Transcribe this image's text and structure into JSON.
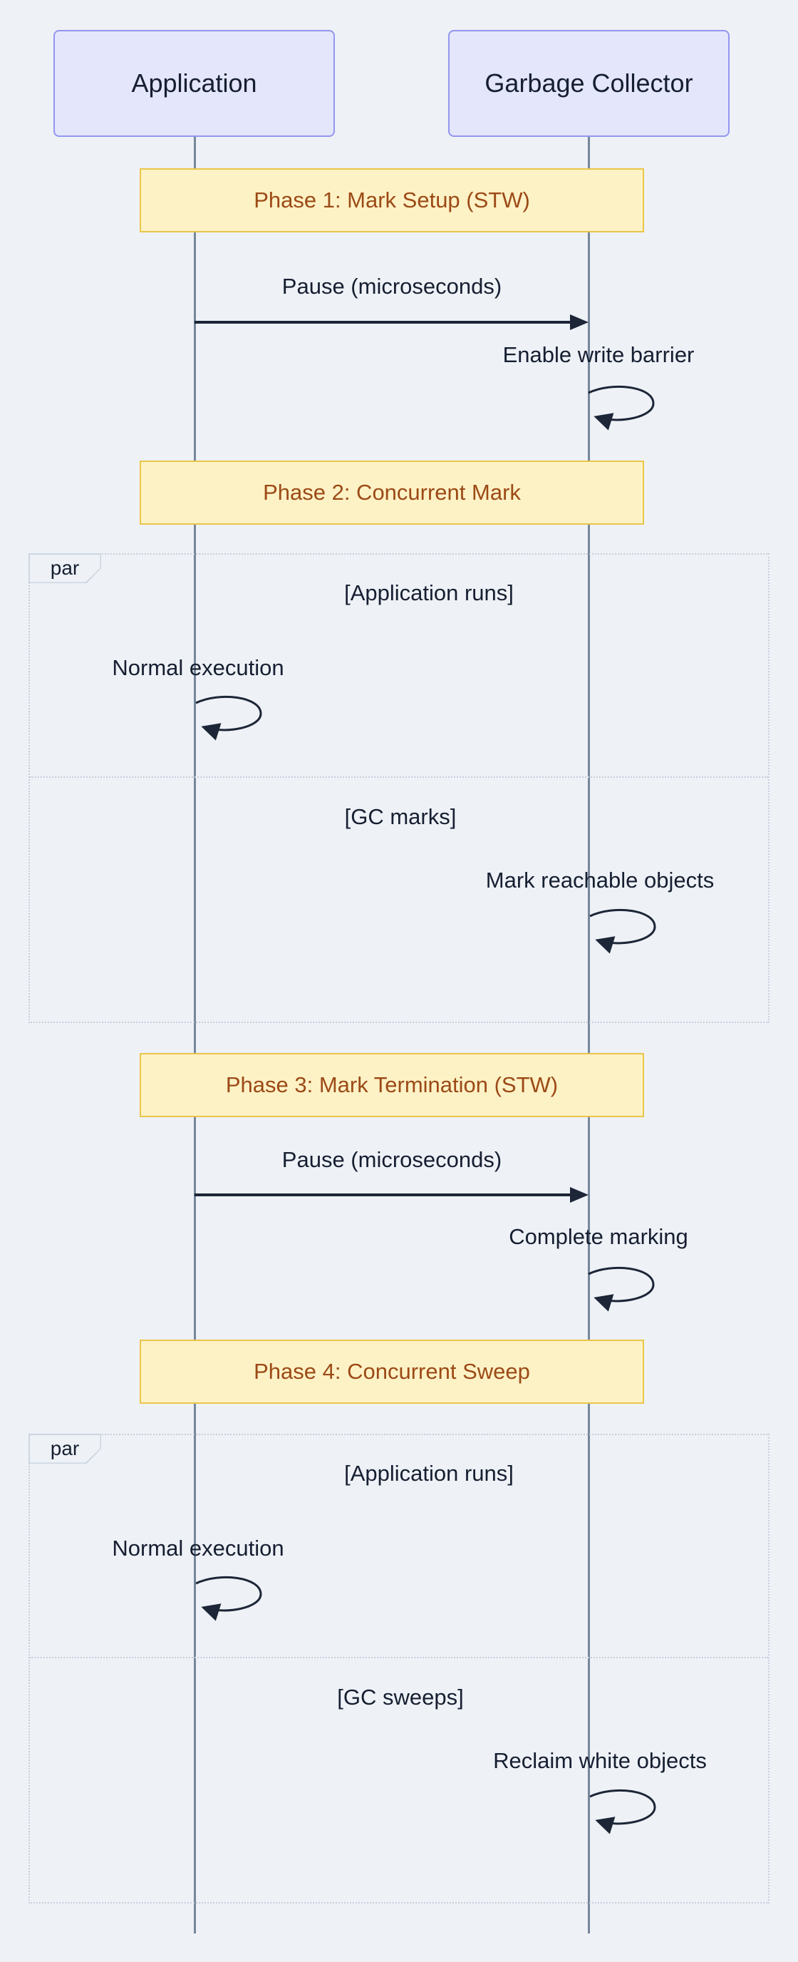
{
  "diagram_type": "sequence",
  "actors": [
    {
      "label": "Application"
    },
    {
      "label": "Garbage Collector"
    }
  ],
  "notes": [
    {
      "label": "Phase 1: Mark Setup (STW)"
    },
    {
      "label": "Phase 2: Concurrent Mark"
    },
    {
      "label": "Phase 3: Mark Termination (STW)"
    },
    {
      "label": "Phase 4: Concurrent Sweep"
    }
  ],
  "messages": [
    {
      "label": "Pause (microseconds)",
      "from": "Application",
      "to": "Garbage Collector",
      "kind": "arrow"
    },
    {
      "label": "Enable write barrier",
      "from": "Garbage Collector",
      "to": "Garbage Collector",
      "kind": "self"
    },
    {
      "label": "Pause (microseconds)",
      "from": "Application",
      "to": "Garbage Collector",
      "kind": "arrow"
    },
    {
      "label": "Complete marking",
      "from": "Garbage Collector",
      "to": "Garbage Collector",
      "kind": "self"
    }
  ],
  "par_blocks": [
    {
      "keyword": "par",
      "sections": [
        {
          "condition": "[Application runs]",
          "message": {
            "label": "Normal execution",
            "from": "Application",
            "to": "Application",
            "kind": "self"
          }
        },
        {
          "condition": "[GC marks]",
          "message": {
            "label": "Mark reachable objects",
            "from": "Garbage Collector",
            "to": "Garbage Collector",
            "kind": "self"
          }
        }
      ]
    },
    {
      "keyword": "par",
      "sections": [
        {
          "condition": "[Application runs]",
          "message": {
            "label": "Normal execution",
            "from": "Application",
            "to": "Application",
            "kind": "self"
          }
        },
        {
          "condition": "[GC sweeps]",
          "message": {
            "label": "Reclaim white objects",
            "from": "Garbage Collector",
            "to": "Garbage Collector",
            "kind": "self"
          }
        }
      ]
    }
  ],
  "colors": {
    "background": "#eef1f6",
    "actor_fill": "#e4e6fc",
    "actor_border": "#9296ef",
    "note_fill": "#fdf2c6",
    "note_border": "#eac64a",
    "note_text": "#9c4a16",
    "text": "#161f31",
    "arrow": "#1c2637",
    "lifeline": "#76869a",
    "par_border": "#c7d0dc"
  }
}
